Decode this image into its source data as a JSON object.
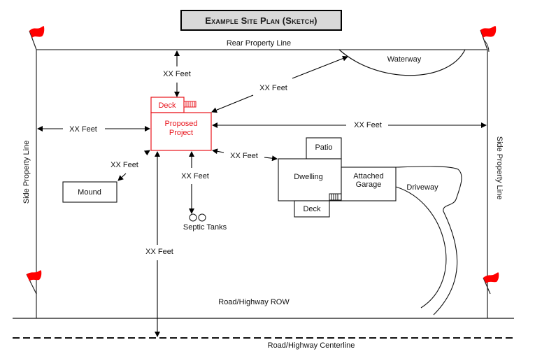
{
  "title": "Example Site Plan (Sketch)",
  "colors": {
    "proposed": "#e8141c",
    "flag": "#ff0000",
    "title_bg": "#d9d9d9",
    "line": "#111111"
  },
  "property_lines": {
    "rear": "Rear Property Line",
    "side_left": "Side Property Line",
    "side_right": "Side Property Line",
    "road_row": "Road/Highway ROW",
    "road_centerline": "Road/Highway Centerline"
  },
  "features": {
    "waterway": "Waterway",
    "deck_proposed": "Deck",
    "proposed_project": [
      "Proposed",
      "Project"
    ],
    "patio": "Patio",
    "dwelling": "Dwelling",
    "attached_garage": [
      "Attached",
      "Garage"
    ],
    "deck_dwelling": "Deck",
    "driveway": "Driveway",
    "mound": "Mound",
    "septic_tanks": "Septic Tanks"
  },
  "dimensions": {
    "to_rear": "XX Feet",
    "to_waterway": "XX Feet",
    "to_left_side": "XX Feet",
    "to_right_side": "XX Feet",
    "to_dwelling": "XX Feet",
    "to_mound": "XX Feet",
    "to_septic": "XX Feet",
    "to_centerline": "XX Feet"
  },
  "flags": [
    "top-left",
    "top-right",
    "bottom-left",
    "bottom-right"
  ]
}
